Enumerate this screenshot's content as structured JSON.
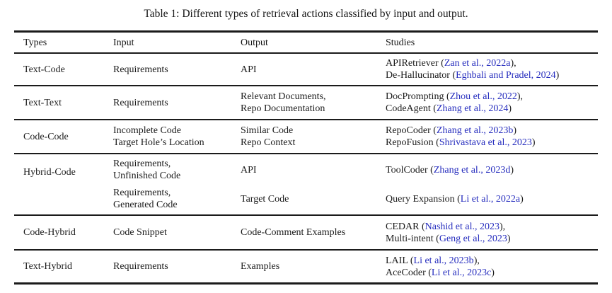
{
  "caption": "Table 1: Different types of retrieval actions classified by input and output.",
  "colors": {
    "text": "#1b1b1b",
    "citation_link": "#262dbe",
    "rule": "#1b1b1b",
    "background": "#ffffff"
  },
  "columns": [
    "Types",
    "Input",
    "Output",
    "Studies"
  ],
  "rows": [
    {
      "type": "Text-Code",
      "subrows": [
        {
          "input": [
            "Requirements"
          ],
          "output": [
            "API"
          ],
          "studies": [
            [
              {
                "t": "APIRetriever ("
              },
              {
                "t": "Zan et al., 2022a",
                "cite": true
              },
              {
                "t": "),"
              }
            ],
            [
              {
                "t": "De-Hallucinator ("
              },
              {
                "t": "Eghbali and Pradel, 2024",
                "cite": true
              },
              {
                "t": ")"
              }
            ]
          ]
        }
      ]
    },
    {
      "type": "Text-Text",
      "subrows": [
        {
          "input": [
            "Requirements"
          ],
          "output": [
            "Relevant Documents,",
            "Repo Documentation"
          ],
          "studies": [
            [
              {
                "t": "DocPrompting ("
              },
              {
                "t": "Zhou et al., 2022",
                "cite": true
              },
              {
                "t": "),"
              }
            ],
            [
              {
                "t": "CodeAgent ("
              },
              {
                "t": "Zhang et al., 2024",
                "cite": true
              },
              {
                "t": ")"
              }
            ]
          ]
        }
      ]
    },
    {
      "type": "Code-Code",
      "subrows": [
        {
          "input": [
            "Incomplete Code",
            "Target Hole’s Location"
          ],
          "output": [
            "Similar Code",
            "Repo Context"
          ],
          "studies": [
            [
              {
                "t": "RepoCoder ("
              },
              {
                "t": "Zhang et al., 2023b",
                "cite": true
              },
              {
                "t": ")"
              }
            ],
            [
              {
                "t": "RepoFusion ("
              },
              {
                "t": "Shrivastava et al., 2023",
                "cite": true
              },
              {
                "t": ")"
              }
            ]
          ]
        }
      ]
    },
    {
      "type": "Hybrid-Code",
      "subrows": [
        {
          "input": [
            "Requirements,",
            "Unfinished Code"
          ],
          "output": [
            "API"
          ],
          "studies": [
            [
              {
                "t": "ToolCoder ("
              },
              {
                "t": "Zhang et al., 2023d",
                "cite": true
              },
              {
                "t": ")"
              }
            ]
          ]
        },
        {
          "input": [
            "Requirements,",
            "Generated Code"
          ],
          "output": [
            "Target Code"
          ],
          "studies": [
            [
              {
                "t": "Query Expansion ("
              },
              {
                "t": "Li et al., 2022a",
                "cite": true
              },
              {
                "t": ")"
              }
            ]
          ]
        }
      ]
    },
    {
      "type": "Code-Hybrid",
      "subrows": [
        {
          "input": [
            "Code Snippet"
          ],
          "output": [
            "Code-Comment Examples"
          ],
          "studies": [
            [
              {
                "t": "CEDAR ("
              },
              {
                "t": "Nashid et al., 2023",
                "cite": true
              },
              {
                "t": "),"
              }
            ],
            [
              {
                "t": "Multi-intent ("
              },
              {
                "t": "Geng et al., 2023",
                "cite": true
              },
              {
                "t": ")"
              }
            ]
          ]
        }
      ]
    },
    {
      "type": "Text-Hybrid",
      "subrows": [
        {
          "input": [
            "Requirements"
          ],
          "output": [
            "Examples"
          ],
          "studies": [
            [
              {
                "t": "LAIL ("
              },
              {
                "t": "Li et al., 2023b",
                "cite": true
              },
              {
                "t": "),"
              }
            ],
            [
              {
                "t": "AceCoder ("
              },
              {
                "t": "Li et al., 2023c",
                "cite": true
              },
              {
                "t": ")"
              }
            ]
          ]
        }
      ]
    }
  ]
}
